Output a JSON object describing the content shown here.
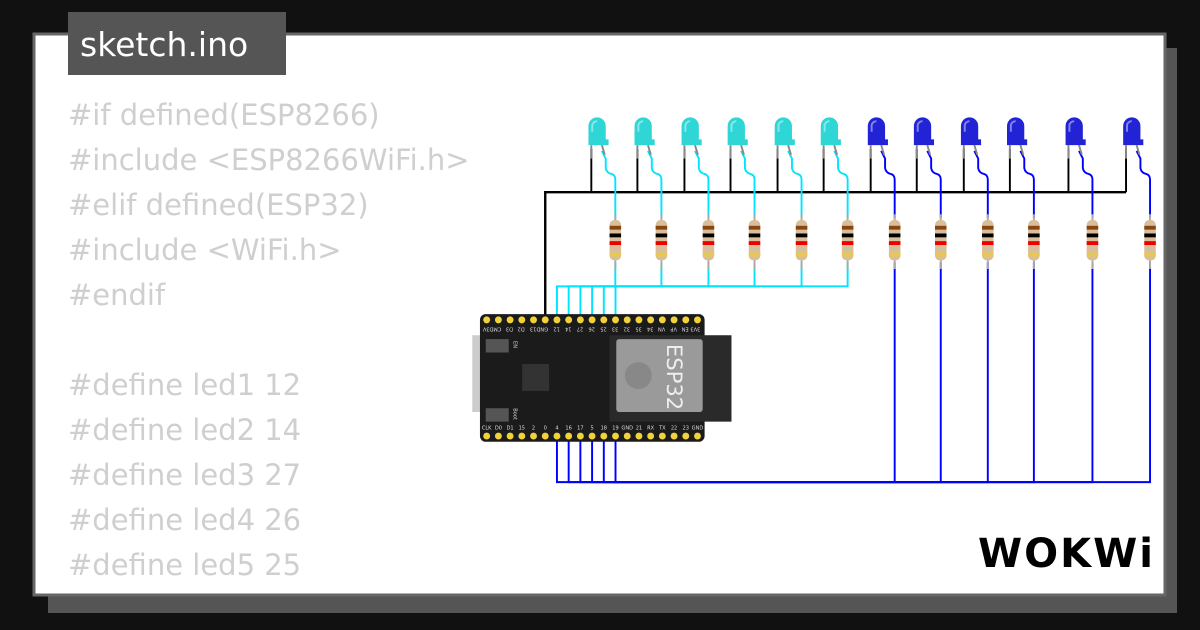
{
  "title": "sketch.ino",
  "code_lines": [
    "#if defined(ESP8266)",
    "#include <ESP8266WiFi.h>",
    "#elif defined(ESP32)",
    "#include <WiFi.h>",
    "#endif",
    "",
    "#define led1 12",
    "#define led2 14",
    "#define led3 27",
    "#define led4 26",
    "#define led5 25"
  ],
  "board": {
    "name": "ESP32",
    "top_pins": [
      "3V",
      "CMD",
      "D3",
      "D2",
      "13",
      "GND",
      "12",
      "14",
      "27",
      "26",
      "25",
      "33",
      "32",
      "35",
      "34",
      "VN",
      "VP",
      "EN",
      "3V3"
    ],
    "bottom_pins": [
      "CLK",
      "D0",
      "D1",
      "15",
      "2",
      "0",
      "4",
      "16",
      "17",
      "5",
      "18",
      "19",
      "GND",
      "21",
      "RX",
      "TX",
      "22",
      "23",
      "GND"
    ],
    "buttons": [
      "EN",
      "Boot"
    ]
  },
  "leds": [
    "cyan",
    "cyan",
    "cyan",
    "cyan",
    "cyan",
    "cyan",
    "blue",
    "blue",
    "blue",
    "blue",
    "blue",
    "blue"
  ],
  "colors": {
    "cyan_led": "#2fd6d6",
    "blue_led": "#2323d6",
    "wire_cyan": "#00e5ff",
    "wire_blue": "#0000ff",
    "wire_gnd": "#000000",
    "panel": "#ffffff",
    "frame": "#555555",
    "background": "#111111"
  },
  "logo": "WOKWi"
}
